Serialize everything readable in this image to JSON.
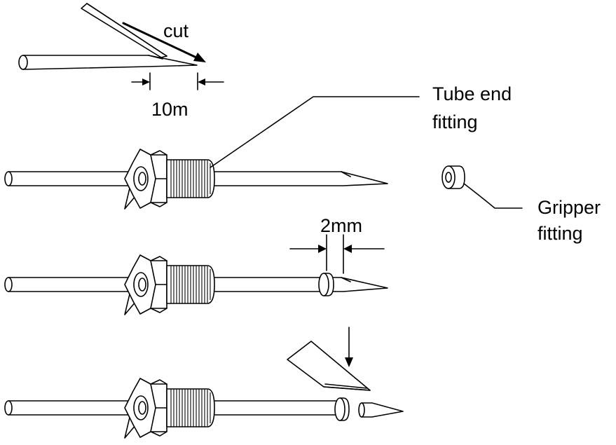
{
  "labels": {
    "cut": "cut",
    "dim_10": "10m",
    "tube_end_line1": "Tube end",
    "tube_end_line2": "fitting",
    "gripper_line1": "Gripper",
    "gripper_line2": "fitting",
    "dim_2": "2mm"
  },
  "colors": {
    "stroke": "#000000",
    "background": "#ffffff"
  }
}
